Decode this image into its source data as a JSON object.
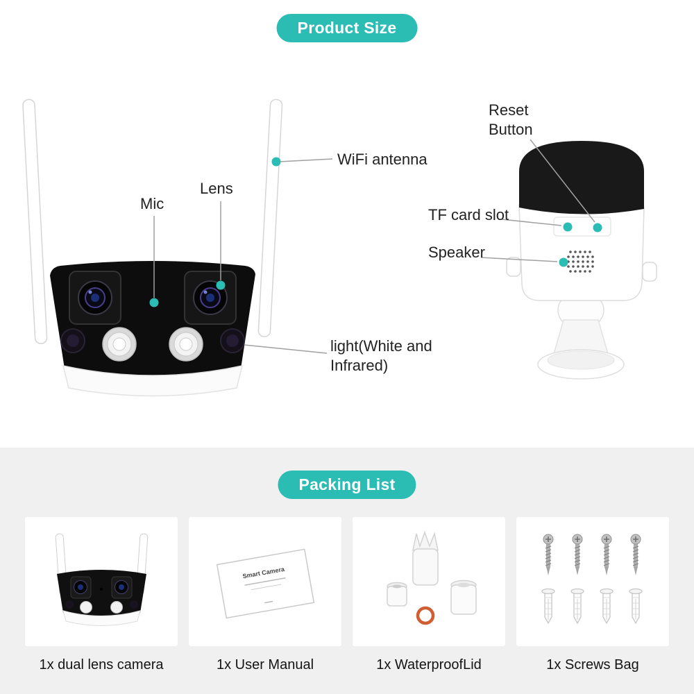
{
  "colors": {
    "accent": "#2bbcb4",
    "section_bg": "#f0f0f1",
    "line": "#a0a0a0"
  },
  "product_size": {
    "badge": "Product Size",
    "annotations": {
      "wifi_antenna": "WiFi antenna",
      "lens": "Lens",
      "mic": "Mic",
      "light": "light(White and Infrared)",
      "reset_button": "Reset Button",
      "tf_card_slot": "TF card slot",
      "speaker": "Speaker"
    }
  },
  "packing_list": {
    "badge": "Packing List",
    "items": [
      {
        "icon": "dual-lens-camera-icon",
        "qty_label": "1x dual lens camera"
      },
      {
        "icon": "user-manual-icon",
        "qty_label": "1x User Manual"
      },
      {
        "icon": "waterproof-lid-icon",
        "qty_label": "1x WaterproofLid"
      },
      {
        "icon": "screws-bag-icon",
        "qty_label": "1x Screws Bag"
      }
    ]
  },
  "manual_page": {
    "title": "Smart Camera"
  }
}
